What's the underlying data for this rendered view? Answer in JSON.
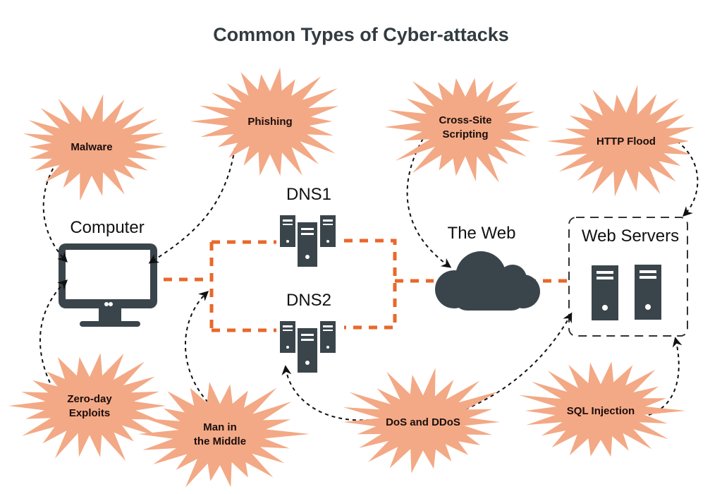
{
  "title": "Common Types of Cyber-attacks",
  "nodes": {
    "computer": "Computer",
    "dns1": "DNS1",
    "dns2": "DNS2",
    "web": "The Web",
    "web_servers": "Web Servers"
  },
  "attacks": [
    {
      "id": "malware",
      "lines": [
        "Malware"
      ],
      "target": "computer"
    },
    {
      "id": "phishing",
      "lines": [
        "Phishing"
      ],
      "target": "computer"
    },
    {
      "id": "cross-site-scripting",
      "lines": [
        "Cross-Site",
        "Scripting"
      ],
      "target": "web"
    },
    {
      "id": "http-flood",
      "lines": [
        "HTTP Flood"
      ],
      "target": "web_servers"
    },
    {
      "id": "zero-day-exploits",
      "lines": [
        "Zero-day",
        "Exploits"
      ],
      "target": "computer"
    },
    {
      "id": "man-in-the-middle",
      "lines": [
        "Man in",
        "the Middle"
      ],
      "target": "dns_link"
    },
    {
      "id": "dos-and-ddos",
      "lines": [
        "DoS and DDoS"
      ],
      "target": "dns2, web_servers"
    },
    {
      "id": "sql-injection",
      "lines": [
        "SQL Injection"
      ],
      "target": "web_servers"
    }
  ],
  "colors": {
    "burst": "#f3a985",
    "connection": "#e8682a",
    "icon": "#3a454b"
  }
}
